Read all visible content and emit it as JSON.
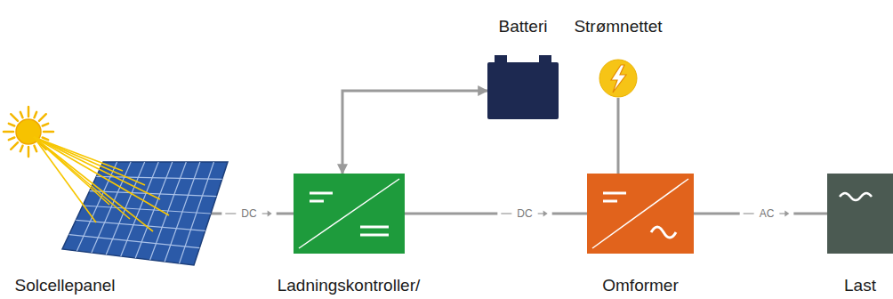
{
  "diagram": {
    "nodes": [
      {
        "text": [
          "Solcellepanel"
        ]
      },
      {
        "text": [
          "Ladningskontroller/"
        ]
      },
      {
        "text": [
          "Batteri"
        ]
      },
      {
        "text": [
          "Strømnettet"
        ]
      },
      {
        "text": [
          "Omformer"
        ]
      },
      {
        "text": [
          "Last"
        ]
      }
    ],
    "edges": [
      {
        "from": 0,
        "to": 1,
        "label": "DC",
        "arrow": "to"
      },
      {
        "from": 1,
        "to": 2,
        "arrow": "both"
      },
      {
        "from": 1,
        "to": 4,
        "label": "DC",
        "arrow": "to"
      },
      {
        "from": 3,
        "to": 4,
        "arrow": "none"
      },
      {
        "from": 4,
        "to": 5,
        "label": "AC",
        "arrow": "to"
      }
    ]
  }
}
